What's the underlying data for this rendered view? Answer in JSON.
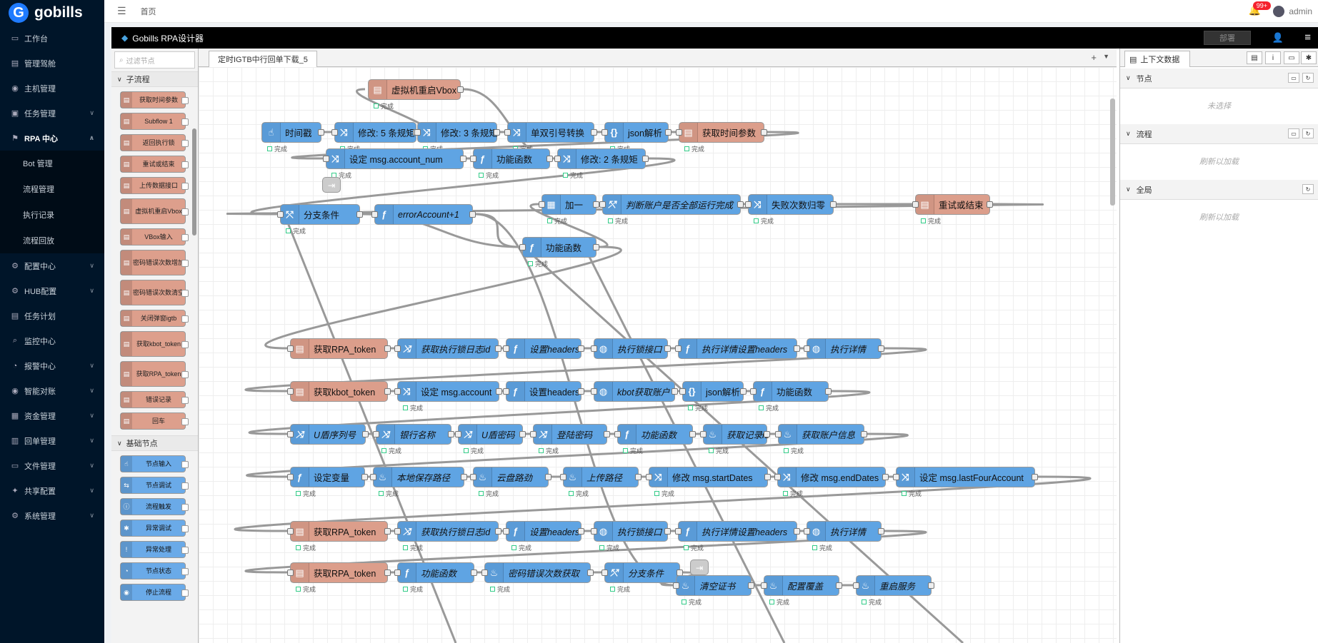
{
  "app": {
    "logo_text": "gobills"
  },
  "sidebar": {
    "items": [
      {
        "label": "工作台",
        "icon": "desktop-icon",
        "arrow": ""
      },
      {
        "label": "管理驾舱",
        "icon": "dashboard-icon",
        "arrow": ""
      },
      {
        "label": "主机管理",
        "icon": "host-icon",
        "arrow": ""
      },
      {
        "label": "任务管理",
        "icon": "task-icon",
        "arrow": "∨"
      },
      {
        "label": "RPA 中心",
        "icon": "rpa-icon",
        "arrow": "∧"
      },
      {
        "label": "配置中心",
        "icon": "config-icon",
        "arrow": "∨"
      },
      {
        "label": "HUB配置",
        "icon": "hub-icon",
        "arrow": "∨"
      },
      {
        "label": "任务计划",
        "icon": "plan-icon",
        "arrow": ""
      },
      {
        "label": "监控中心",
        "icon": "monitor-icon",
        "arrow": ""
      },
      {
        "label": "报警中心",
        "icon": "alarm-icon",
        "arrow": "∨"
      },
      {
        "label": "智能对账",
        "icon": "reconcile-icon",
        "arrow": "∨"
      },
      {
        "label": "资金管理",
        "icon": "fund-icon",
        "arrow": "∨"
      },
      {
        "label": "回单管理",
        "icon": "receipt-icon",
        "arrow": "∨"
      },
      {
        "label": "文件管理",
        "icon": "file-icon",
        "arrow": "∨"
      },
      {
        "label": "共享配置",
        "icon": "share-icon",
        "arrow": "∨"
      },
      {
        "label": "系统管理",
        "icon": "system-icon",
        "arrow": "∨"
      }
    ],
    "rpa_sub": [
      "Bot 管理",
      "流程管理",
      "执行记录",
      "流程回放"
    ]
  },
  "topbar": {
    "breadcrumb": "首页",
    "badge": "99+",
    "user": "admin"
  },
  "designer": {
    "title": "Gobills RPA设计器",
    "deploy_label": "部署",
    "filter_placeholder": "过滤节点",
    "cat_subflow": "子流程",
    "cat_basic": "基础节点",
    "subflow_nodes": [
      "获取时间参数",
      "Subflow 1",
      "返回执行锁",
      "重试或结束",
      "上传数据接口",
      "虚拟机重启Vbox",
      "VBox输入",
      "密码错误次数增加",
      "密码错误次数清空",
      "关闭弹窗igtb",
      "获取kbot_token",
      "获取RPA_token",
      "错误记录",
      "回车"
    ],
    "basic_nodes": [
      "节点输入",
      "节点调试",
      "流程触发",
      "异常调试",
      "异常处理",
      "节点状态",
      "停止流程"
    ],
    "tab_label": "定时IGTB中行回单下载_5",
    "status_text": "完成"
  },
  "rightbar": {
    "tab_label": "上下文数据",
    "sections": [
      {
        "title": "节点",
        "body": "未选择"
      },
      {
        "title": "流程",
        "body": "刷新以加载"
      },
      {
        "title": "全局",
        "body": "刷新以加载"
      }
    ]
  },
  "flow": {
    "nodes": [
      {
        "id": "n1",
        "label": "虚拟机重启Vbox",
        "color": "salmon",
        "icon": "▤"
      },
      {
        "id": "n2",
        "label": "时间戳",
        "color": "blue",
        "icon": "☝"
      },
      {
        "id": "n3",
        "label": "修改: 5 条规矩",
        "color": "blue",
        "icon": "⤨"
      },
      {
        "id": "n4",
        "label": "修改: 3 条规矩",
        "color": "blue",
        "icon": "⤨"
      },
      {
        "id": "n5",
        "label": "单双引号转换",
        "color": "blue",
        "icon": "⤨"
      },
      {
        "id": "n6",
        "label": "json解析",
        "color": "blue",
        "icon": "{}"
      },
      {
        "id": "n7",
        "label": "获取时间参数",
        "color": "salmon",
        "icon": "▤"
      },
      {
        "id": "n8",
        "label": "设定 msg.account_num",
        "color": "blue",
        "icon": "⤨"
      },
      {
        "id": "n9",
        "label": "功能函数",
        "color": "blue",
        "icon": "ƒ"
      },
      {
        "id": "n10",
        "label": "修改: 2 条规矩",
        "color": "blue",
        "icon": "⤨"
      },
      {
        "id": "n11",
        "label": "分支条件",
        "color": "blue",
        "icon": "⤲"
      },
      {
        "id": "n12",
        "label": "errorAccount+1",
        "color": "blue",
        "icon": "ƒ"
      },
      {
        "id": "n13",
        "label": "加一",
        "color": "blue",
        "icon": "▦"
      },
      {
        "id": "n14",
        "label": "判断账户是否全部运行完成",
        "color": "blue",
        "icon": "⤲"
      },
      {
        "id": "n15",
        "label": "失败次数归零",
        "color": "blue",
        "icon": "⤨"
      },
      {
        "id": "n16",
        "label": "重试或结束",
        "color": "salmon",
        "icon": "▤"
      },
      {
        "id": "n17",
        "label": "功能函数",
        "color": "blue",
        "icon": "ƒ"
      },
      {
        "id": "n18",
        "label": "获取RPA_token",
        "color": "salmon",
        "icon": "▤"
      },
      {
        "id": "n19",
        "label": "获取执行锁日志id",
        "color": "blue",
        "icon": "⤨"
      },
      {
        "id": "n20",
        "label": "设置headers",
        "color": "blue",
        "icon": "ƒ"
      },
      {
        "id": "n21",
        "label": "执行锁接口",
        "color": "blue",
        "icon": "◍"
      },
      {
        "id": "n22",
        "label": "执行详情设置headers",
        "color": "blue",
        "icon": "ƒ"
      },
      {
        "id": "n23",
        "label": "执行详情",
        "color": "blue",
        "icon": "◍"
      },
      {
        "id": "n24",
        "label": "获取kbot_token",
        "color": "salmon",
        "icon": "▤"
      },
      {
        "id": "n25",
        "label": "设定 msg.account",
        "color": "blue",
        "icon": "⤨"
      },
      {
        "id": "n26",
        "label": "设置headers",
        "color": "blue",
        "icon": "ƒ"
      },
      {
        "id": "n27",
        "label": "kbot获取账户",
        "color": "blue",
        "icon": "◍"
      },
      {
        "id": "n28",
        "label": "json解析",
        "color": "blue",
        "icon": "{}"
      },
      {
        "id": "n29",
        "label": "功能函数",
        "color": "blue",
        "icon": "ƒ"
      },
      {
        "id": "n30",
        "label": "U盾序列号",
        "color": "blue",
        "icon": "⤨"
      },
      {
        "id": "n31",
        "label": "银行名称",
        "color": "blue",
        "icon": "⤨"
      },
      {
        "id": "n32",
        "label": "U盾密码",
        "color": "blue",
        "icon": "⤨"
      },
      {
        "id": "n33",
        "label": "登陆密码",
        "color": "blue",
        "icon": "⤨"
      },
      {
        "id": "n34",
        "label": "功能函数",
        "color": "blue",
        "icon": "ƒ"
      },
      {
        "id": "n35",
        "label": "获取记录id",
        "color": "blue",
        "icon": "♨"
      },
      {
        "id": "n36",
        "label": "获取账户信息",
        "color": "blue",
        "icon": "♨"
      },
      {
        "id": "n37",
        "label": "设定变量",
        "color": "blue",
        "icon": "ƒ"
      },
      {
        "id": "n38",
        "label": "本地保存路径",
        "color": "blue",
        "icon": "♨"
      },
      {
        "id": "n39",
        "label": "云盘路劲",
        "color": "blue",
        "icon": "♨"
      },
      {
        "id": "n40",
        "label": "上传路径",
        "color": "blue",
        "icon": "♨"
      },
      {
        "id": "n41",
        "label": "修改 msg.startDates",
        "color": "blue",
        "icon": "⤨"
      },
      {
        "id": "n42",
        "label": "修改 msg.endDates",
        "color": "blue",
        "icon": "⤨"
      },
      {
        "id": "n43",
        "label": "设定 msg.lastFourAccount",
        "color": "blue",
        "icon": "⤨"
      },
      {
        "id": "n44",
        "label": "获取RPA_token",
        "color": "salmon",
        "icon": "▤"
      },
      {
        "id": "n45",
        "label": "获取执行锁日志id",
        "color": "blue",
        "icon": "⤨"
      },
      {
        "id": "n46",
        "label": "设置headers",
        "color": "blue",
        "icon": "ƒ"
      },
      {
        "id": "n47",
        "label": "执行锁接口",
        "color": "blue",
        "icon": "◍"
      },
      {
        "id": "n48",
        "label": "执行详情设置headers",
        "color": "blue",
        "icon": "ƒ"
      },
      {
        "id": "n49",
        "label": "执行详情",
        "color": "blue",
        "icon": "◍"
      },
      {
        "id": "n50",
        "label": "获取RPA_token",
        "color": "salmon",
        "icon": "▤"
      },
      {
        "id": "n51",
        "label": "功能函数",
        "color": "blue",
        "icon": "ƒ"
      },
      {
        "id": "n52",
        "label": "密码错误次数获取",
        "color": "blue",
        "icon": "♨"
      },
      {
        "id": "n53",
        "label": "分支条件",
        "color": "blue",
        "icon": "⤲"
      },
      {
        "id": "n54",
        "label": "清空证书",
        "color": "blue",
        "icon": "♨"
      },
      {
        "id": "n55",
        "label": "配置覆盖",
        "color": "blue",
        "icon": "♨"
      },
      {
        "id": "n56",
        "label": "重启服务",
        "color": "blue",
        "icon": "♨"
      }
    ]
  }
}
